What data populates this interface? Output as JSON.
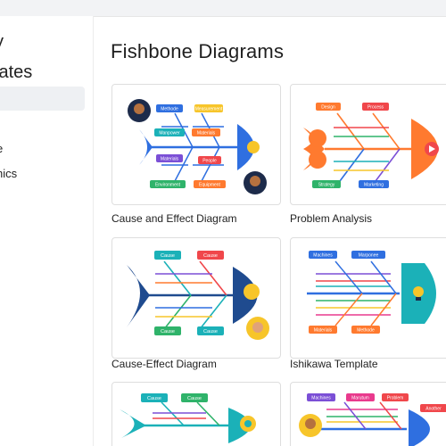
{
  "sidebar": {
    "title_lines": [
      "y",
      "lates"
    ],
    "items": [
      {
        "label": "e"
      },
      {
        "label": "hics"
      }
    ]
  },
  "main": {
    "title": "Fishbone Diagrams",
    "cards": [
      {
        "caption": "Cause and Effect Diagram",
        "labels": [
          "Methode",
          "Measurement",
          "Manpower",
          "Materials",
          "Materials",
          "People",
          "Environment",
          "Equipment"
        ]
      },
      {
        "caption": "Problem Analysis",
        "labels": [
          "Design",
          "Process",
          "Strategy",
          "Marketing"
        ]
      },
      {
        "caption": "Cause-Effect  Diagram",
        "labels": [
          "Cause",
          "Cause",
          "Cause",
          "Cause"
        ]
      },
      {
        "caption": "Ishikawa Template",
        "labels": [
          "Machines",
          "Marponee",
          "Materials",
          "Methode"
        ]
      },
      {
        "caption": "",
        "labels": [
          "Cause",
          "Cause"
        ]
      },
      {
        "caption": "",
        "labels": [
          "Machines",
          "Marutum",
          "Problem",
          "Another"
        ]
      }
    ]
  },
  "colors": {
    "blue": "#2f6fe0",
    "yellow": "#f7c52a",
    "teal": "#1bb1b8",
    "orange": "#ff7a2f",
    "purple": "#7b4fd6",
    "green": "#2fb36a",
    "red": "#f0474b",
    "pink": "#e93a8d"
  }
}
